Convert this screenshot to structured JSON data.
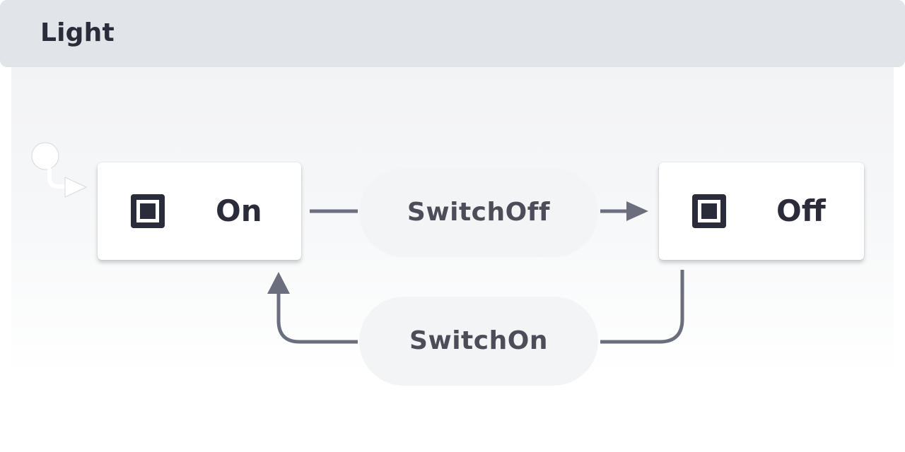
{
  "machine": {
    "title": "Light"
  },
  "states": {
    "on": {
      "label": "On",
      "icon": "state-square-icon"
    },
    "off": {
      "label": "Off",
      "icon": "state-square-icon"
    }
  },
  "transitions": {
    "switch_off": {
      "event": "SwitchOff",
      "from": "On",
      "to": "Off"
    },
    "switch_on": {
      "event": "SwitchOn",
      "from": "Off",
      "to": "On"
    }
  },
  "initial_state": "On",
  "colors": {
    "header": "#e1e4e9",
    "text": "#2a2c3a",
    "edge": "#6b6e7c",
    "event_pill": "#f3f4f5"
  }
}
